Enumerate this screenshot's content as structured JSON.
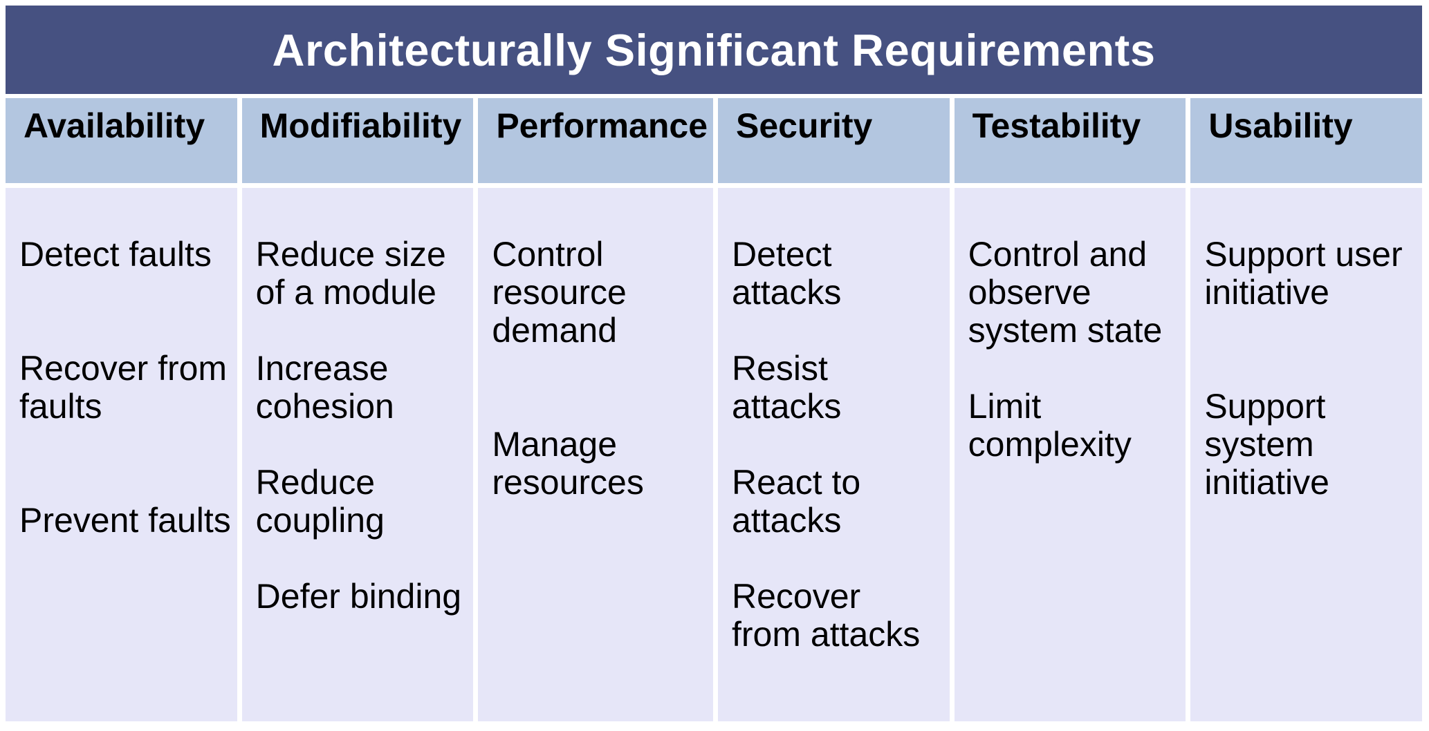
{
  "title": "Architecturally Significant Requirements",
  "colors": {
    "page_bg": "#FFFFFF",
    "title_bar_bg": "#465181",
    "title_text": "#FFFFFF",
    "header_bg": "#B3C6E0",
    "cell_bg": "#E6E6F8",
    "body_text": "#000000"
  },
  "table": {
    "columns": [
      {
        "header": "Availability",
        "items": [
          "Detect faults",
          "Recover from\nfaults",
          "Prevent faults"
        ]
      },
      {
        "header": "Modifiability",
        "items": [
          "Reduce size\nof a module",
          "Increase\ncohesion",
          "Reduce\ncoupling",
          "Defer binding"
        ]
      },
      {
        "header": "Performance",
        "items": [
          "Control\nresource\ndemand",
          "Manage\nresources"
        ]
      },
      {
        "header": "Security",
        "items": [
          "Detect\nattacks",
          "Resist\nattacks",
          "React to\nattacks",
          "Recover\nfrom attacks"
        ]
      },
      {
        "header": "Testability",
        "items": [
          "Control and\nobserve\nsystem state",
          "Limit\ncomplexity"
        ]
      },
      {
        "header": "Usability",
        "items": [
          "Support user\ninitiative",
          "Support\nsystem\ninitiative"
        ]
      }
    ]
  }
}
